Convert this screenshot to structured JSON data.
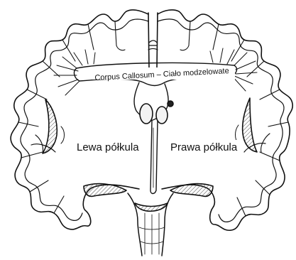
{
  "diagram": {
    "labels": {
      "corpus_callosum": "Corpus Callosum – Ciało modzelowate",
      "left_hemisphere": "Lewa półkula",
      "right_hemisphere": "Prawa półkula"
    },
    "colors": {
      "ink": "#111111",
      "background": "#ffffff",
      "hatch": "#555555"
    }
  }
}
